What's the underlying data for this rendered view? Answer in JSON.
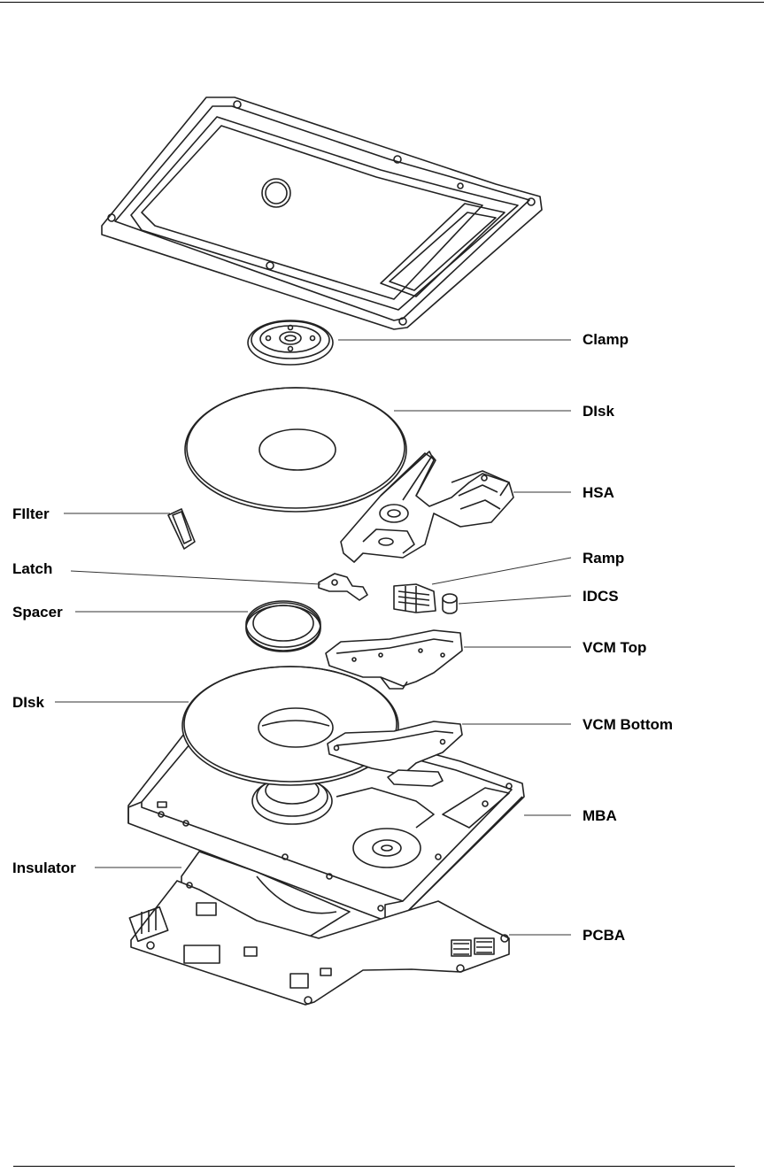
{
  "labels": {
    "clamp": "Clamp",
    "disk_top": "DIsk",
    "hsa": "HSA",
    "filter": "FIlter",
    "ramp": "Ramp",
    "latch": "Latch",
    "idcs": "IDCS",
    "spacer": "Spacer",
    "vcm_top": "VCM Top",
    "disk_bottom": "DIsk",
    "vcm_bottom": "VCM Bottom",
    "mba": "MBA",
    "insulator": "Insulator",
    "pcba": "PCBA"
  }
}
